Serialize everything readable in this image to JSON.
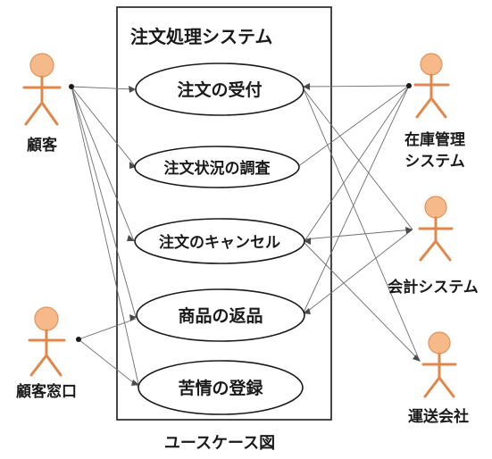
{
  "system": {
    "title": "注文処理システム"
  },
  "use_cases": [
    {
      "label": "注文の受付"
    },
    {
      "label": "注文状況の調査"
    },
    {
      "label": "注文のキャンセル"
    },
    {
      "label": "商品の返品"
    },
    {
      "label": "苦情の登録"
    }
  ],
  "actors": {
    "customer": "顧客",
    "customer_desk": "顧客窓口",
    "inventory": [
      "在庫管理",
      "システム"
    ],
    "accounting": "会計システム",
    "shipping": "運送会社"
  },
  "caption": "ユースケース図",
  "colors": {
    "actor_head": "#f6b98a",
    "actor_body": "#e2874a",
    "line": "#6f6f6f",
    "border": "#1a1a1a"
  }
}
